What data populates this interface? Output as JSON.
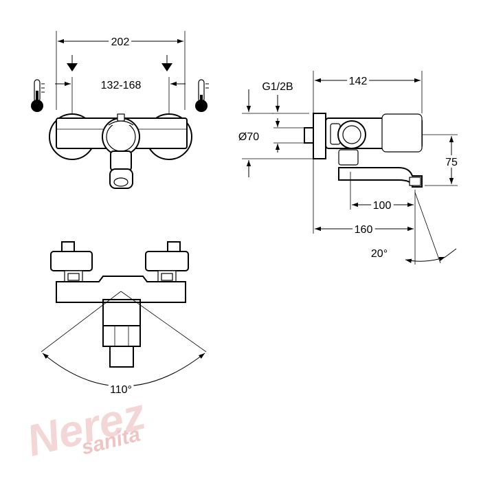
{
  "dimensions": {
    "top_width": "202",
    "center_range": "132-168",
    "pipe_thread": "G1/2B",
    "diameter": "Ø70",
    "depth": "142",
    "height": "75",
    "spout_offset": "100",
    "spout_length": "160",
    "spout_angle": "20°",
    "swivel_angle": "110°"
  },
  "icons": {
    "cold_side": "thermometer-cold-icon",
    "hot_side": "thermometer-hot-icon"
  },
  "watermark": {
    "brand": "Nerez",
    "sub": "sanita"
  }
}
